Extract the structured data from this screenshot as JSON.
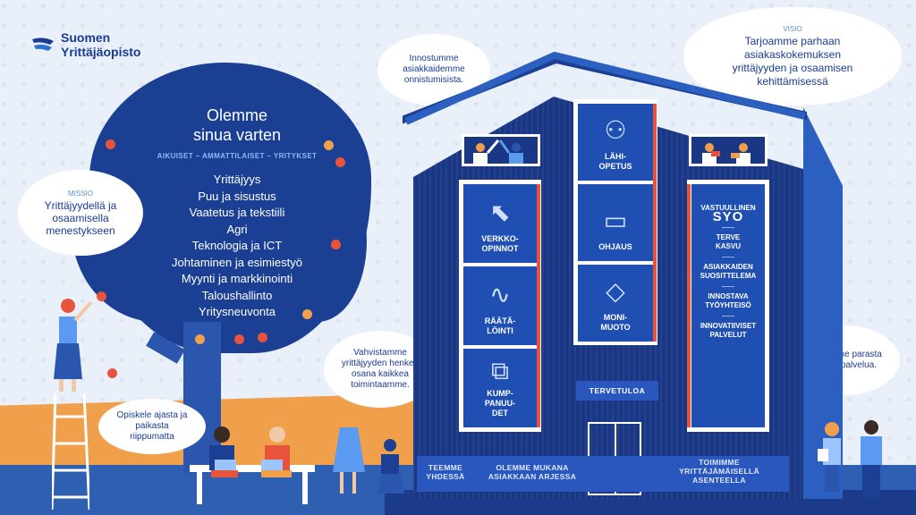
{
  "logo": {
    "line1": "Suomen",
    "line2": "Yrittäjäopisto"
  },
  "crown": {
    "title_line1": "Olemme",
    "title_line2": "sinua varten",
    "subtitle": "AIKUISET – AMMATTILAISET – YRITYKSET",
    "items": [
      "Yrittäjyys",
      "Puu ja sisustus",
      "Vaatetus ja tekstiili",
      "Agri",
      "Teknologia ja ICT",
      "Johtaminen ja esimiestyö",
      "Myynti ja markkinointi",
      "Taloushallinto",
      "Yritysneuvonta"
    ]
  },
  "missio": {
    "label": "MISSIO",
    "text": "Yrittäjyydellä ja osaamisella menestykseen"
  },
  "visio": {
    "label": "VISIO",
    "text": "Tarjoamme parhaan asiakaskokemuksen yrittäjyyden ja osaamisen kehittämisessä"
  },
  "bubbles": {
    "innostumme": "Innostumme asiakkaidemme onnistumisista.",
    "vahvistamme": "Vahvistamme yrittäjyyden henkeä osana kaikkea toimintaamme.",
    "opiskele": "Opiskele ajasta ja paikasta riippumatta",
    "tarjoamme": "Tarjoamme parasta asiakaspalvelua."
  },
  "tiles": {
    "verkko": "VERKKO-\nOPINNOT",
    "raata": "RÄÄTÄ-\nLÖINTI",
    "kump": "KUMP-\nPANUU-\nDET",
    "lahi": "LÄHI-\nOPETUS",
    "ohjaus": "OHJAUS",
    "moni": "MONI-\nMUOTO"
  },
  "services": {
    "vastuullinen": "VASTUULLINEN",
    "syo": "SYO",
    "terve": "TERVE KASVU",
    "suosittelema": "ASIAKKAIDEN SUOSITTELEMA",
    "innostava": "INNOSTAVA TYÖYHTEISÖ",
    "innovatiiviset": "INNOVATIIVISET PALVELUT"
  },
  "tervetuloa": "TERVETULOA",
  "bottom": {
    "teemme": "TEEMME YHDESSÄ",
    "olemme": "OLEMME MUKANA ASIAKKAAN ARJESSA",
    "toimimme": "TOIMIMME YRITTÄJÄMÄISELLÄ ASENTEELLA"
  },
  "colors": {
    "navy": "#1b3f93",
    "blue": "#1f4fb2",
    "orange": "#f0a04b",
    "red": "#e8533b"
  }
}
